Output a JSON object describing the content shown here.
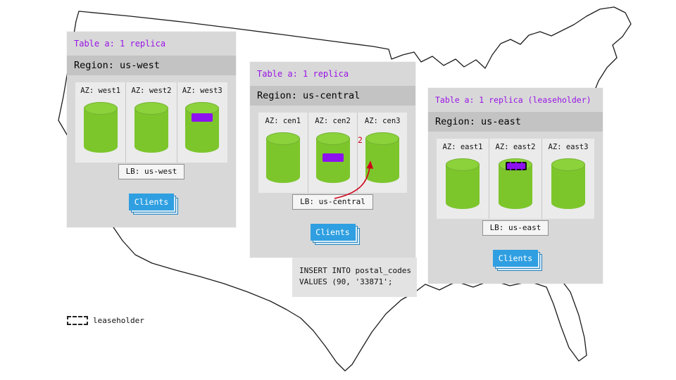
{
  "colors": {
    "purple": "#9913e6",
    "replica_purple": "#8d10f0",
    "green": "#7cc62c",
    "blue": "#2f9fe1",
    "red": "#d0021b"
  },
  "legend": {
    "label": "leaseholder"
  },
  "panels": [
    {
      "id": "us-west",
      "header": "Table a: 1 replica",
      "region": "Region: us-west",
      "azs": [
        {
          "label": "AZ: west1",
          "badge": "none"
        },
        {
          "label": "AZ: west2",
          "badge": "none"
        },
        {
          "label": "AZ: west3",
          "badge": "replica"
        }
      ],
      "lb": "LB: us-west",
      "clients": "Clients"
    },
    {
      "id": "us-central",
      "header": "Table a: 1 replica",
      "region": "Region: us-central",
      "azs": [
        {
          "label": "AZ: cen1",
          "badge": "none"
        },
        {
          "label": "AZ: cen2",
          "badge": "replica"
        },
        {
          "label": "AZ: cen3",
          "badge": "none"
        }
      ],
      "lb": "LB: us-central",
      "clients": "Clients",
      "arrow_label": "2",
      "sql": [
        "INSERT INTO postal_codes",
        "VALUES (90, '33871';"
      ]
    },
    {
      "id": "us-east",
      "header": "Table a: 1 replica (leaseholder)",
      "region": "Region: us-east",
      "azs": [
        {
          "label": "AZ: east1",
          "badge": "none"
        },
        {
          "label": "AZ: east2",
          "badge": "leaseholder"
        },
        {
          "label": "AZ: east3",
          "badge": "none"
        }
      ],
      "lb": "LB: us-east",
      "clients": "Clients"
    }
  ]
}
